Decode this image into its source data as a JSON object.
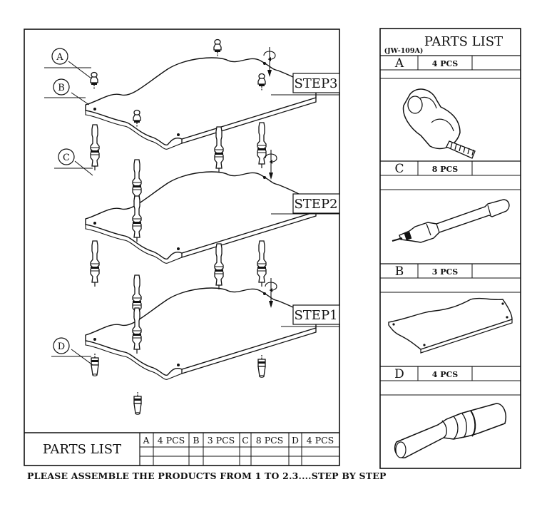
{
  "assembly": {
    "callouts": [
      "A",
      "B",
      "C",
      "D"
    ],
    "steps": [
      "STEP3",
      "STEP2",
      "STEP1"
    ],
    "parts_list": {
      "title": "PARTS LIST",
      "entries": [
        {
          "letter": "A",
          "qty": "4 PCS"
        },
        {
          "letter": "B",
          "qty": "3 PCS"
        },
        {
          "letter": "C",
          "qty": "8 PCS"
        },
        {
          "letter": "D",
          "qty": "4 PCS"
        }
      ]
    },
    "note": "PLEASE ASSEMBLE THE PRODUCTS FROM 1 TO 2.3....STEP BY STEP"
  },
  "side_panel": {
    "title": "PARTS LIST",
    "model": "(JW-109A)",
    "parts": [
      {
        "letter": "A",
        "qty": "4 PCS",
        "illustration": "finial-knob"
      },
      {
        "letter": "C",
        "qty": "8 PCS",
        "illustration": "turned-spindle"
      },
      {
        "letter": "B",
        "qty": "3 PCS",
        "illustration": "shelf-board"
      },
      {
        "letter": "D",
        "qty": "4 PCS",
        "illustration": "tapered-foot"
      }
    ]
  }
}
